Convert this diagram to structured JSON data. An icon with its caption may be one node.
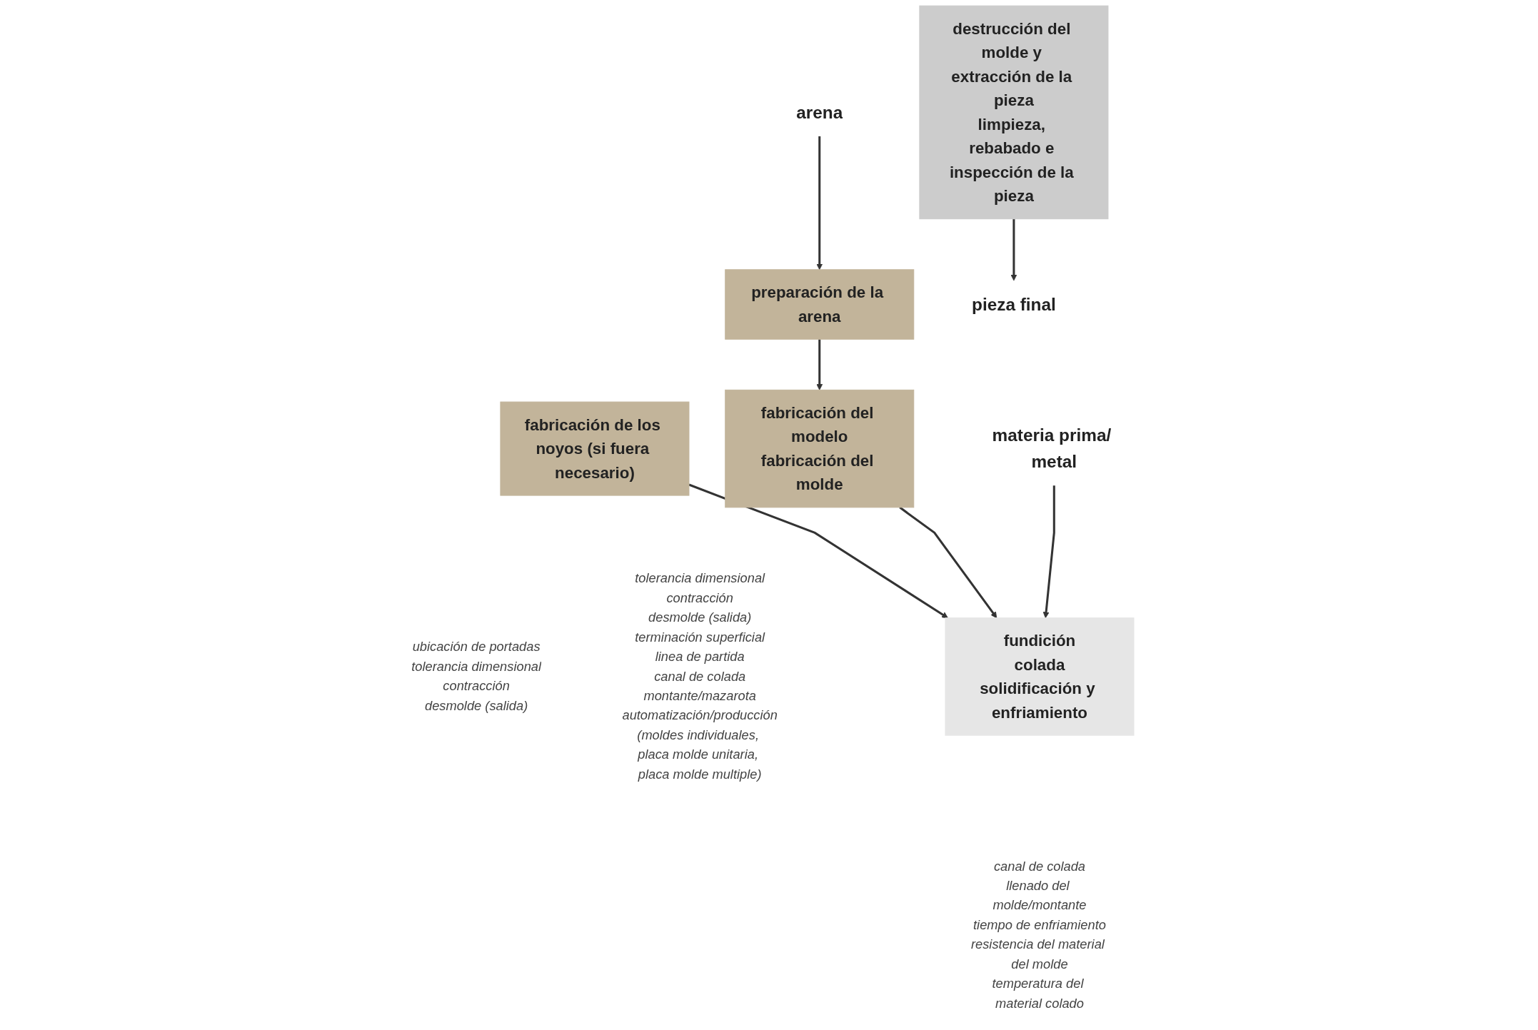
{
  "diagram": {
    "nodes": [
      {
        "text": [
          "arena"
        ]
      },
      {
        "text": [
          "fabricación de los noyos (si fuera necesario)"
        ],
        "beside": [
          "ubicación de portadas",
          "tolerancia dimensional",
          "contracción",
          "desmolde (salida)"
        ]
      },
      {
        "text": [
          "preparación de la arena"
        ]
      },
      {
        "text": [
          "fabricación del modelo",
          "fabricación del molde"
        ],
        "beside": [
          "tolerancia dimensional",
          "contracción",
          "desmolde (salida)",
          "terminación superficial",
          "linea de partida",
          "canal de colada",
          "montante/mazarota",
          "automatización/producción",
          "(moldes individuales, placa molde unitaria, placa molde multiple)"
        ]
      },
      {
        "text": [
          "materia prima/ metal"
        ]
      },
      {
        "text": [
          "fundición",
          "colada",
          "solidificación y enfriamiento"
        ],
        "beside": [
          "canal de colada",
          "llenado del molde/montante",
          "tiempo de enfriamiento",
          "resistencia del material del molde",
          "temperatura del material colado"
        ]
      },
      {
        "text": [
          "destrucción del molde y extracción de la pieza",
          "limpieza, rebabado e inspección de la pieza"
        ]
      },
      {
        "text": [
          "pieza final"
        ]
      }
    ],
    "edges": [
      {
        "from": 0,
        "to": 2,
        "arrow": "to"
      },
      {
        "from": 2,
        "to": 3,
        "arrow": "to"
      },
      {
        "from": 1,
        "to": 5,
        "arrow": "to"
      },
      {
        "from": 3,
        "to": 5,
        "arrow": "to"
      },
      {
        "from": 4,
        "to": 5,
        "arrow": "to"
      },
      {
        "from": 6,
        "to": 7,
        "arrow": "to"
      }
    ]
  }
}
